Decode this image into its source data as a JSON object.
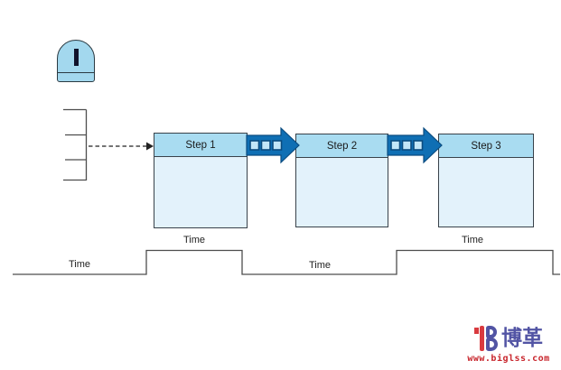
{
  "colors": {
    "header-blue": "#a9dcf1",
    "body-blue": "#e3f2fb",
    "icon-blue": "#a3d8ee",
    "arrow-blue": "#0f6fb4",
    "arrow-outline": "#0a4c80",
    "arrow-square": "#c2e6f8",
    "line-gray": "#4d4d4d",
    "border-dark": "#39424a",
    "text-dark": "#1a1a1a",
    "logo-blue": "#5254a4",
    "logo-red": "#d93a3f",
    "site-red": "#c8252c"
  },
  "diagram": {
    "inventory": {
      "label": "I"
    },
    "steps": [
      {
        "label": "Step 1",
        "time_label": "Time"
      },
      {
        "label": "Step 2"
      },
      {
        "label": "Step 3",
        "time_label": "Time"
      }
    ],
    "timeline": {
      "labels": [
        "Time",
        "Time"
      ]
    }
  },
  "branding": {
    "logo_text": "博革",
    "website": "www.biglss.com"
  }
}
